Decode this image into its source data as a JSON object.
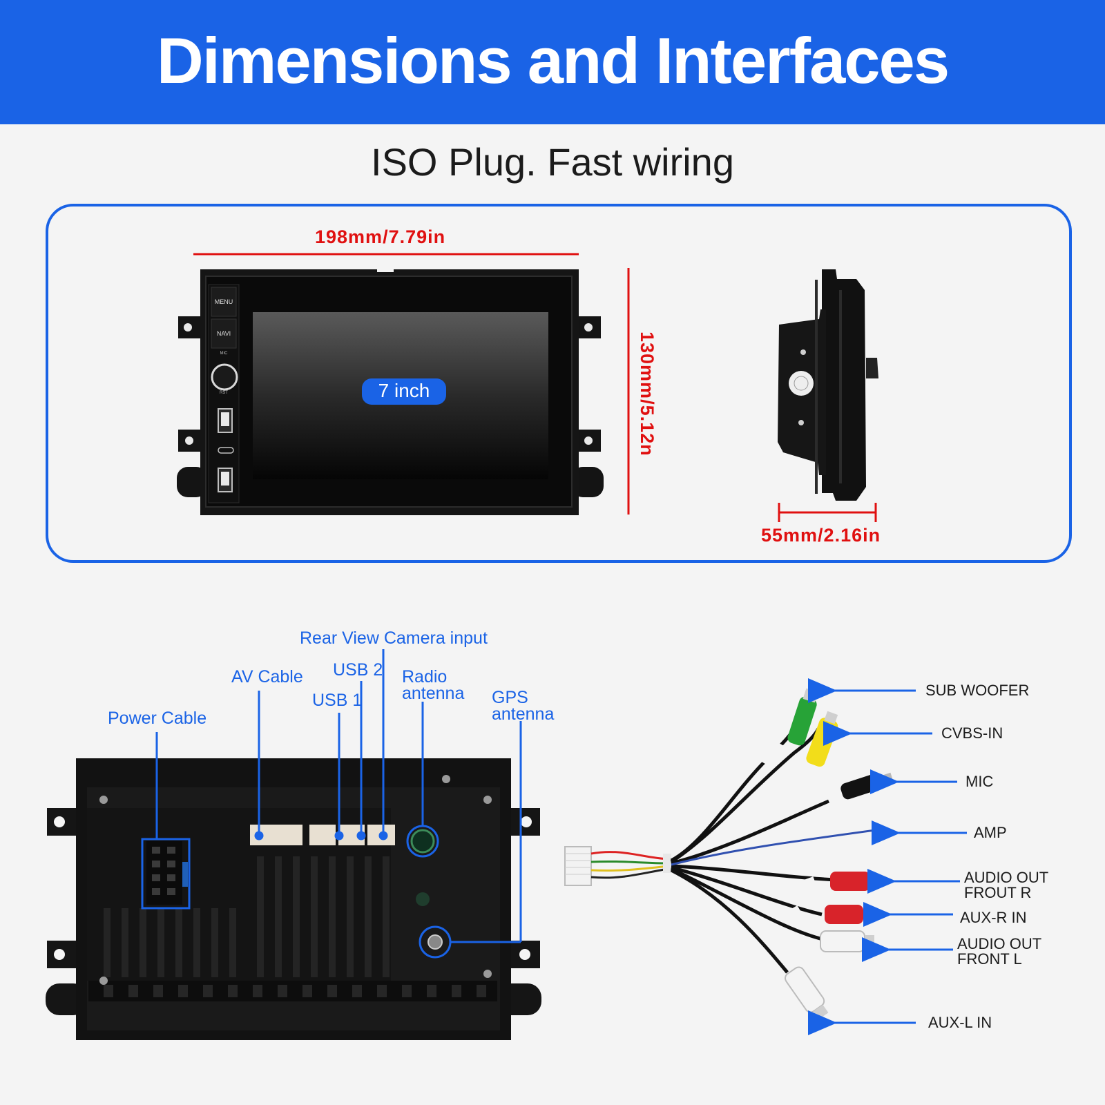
{
  "header": {
    "title": "Dimensions and Interfaces"
  },
  "subtitle": "ISO Plug. Fast wiring",
  "dimensions": {
    "width": "198mm/7.79in",
    "height": "130mm/5.12n",
    "depth": "55mm/2.16in",
    "screen_size": "7 inch"
  },
  "front_panel": {
    "menu": "MENU",
    "navi": "NAVI",
    "mic": "MIC",
    "rst": "RST"
  },
  "rear_labels": {
    "power_cable": "Power Cable",
    "av_cable": "AV Cable",
    "usb1": "USB 1",
    "usb2": "USB 2",
    "rear_camera": "Rear View Camera input",
    "radio_antenna": [
      "Radio",
      "antenna"
    ],
    "gps_antenna": [
      "GPS",
      "antenna"
    ]
  },
  "harness_labels": {
    "sub_woofer": "SUB WOOFER",
    "cvbs_in": "CVBS-IN",
    "mic": "MIC",
    "amp": "AMP",
    "audio_out_front_r": [
      "AUDIO OUT",
      "FROUT R"
    ],
    "aux_r_in": "AUX-R IN",
    "audio_out_front_l": [
      "AUDIO OUT",
      "FRONT L"
    ],
    "aux_l_in": "AUX-L IN"
  },
  "colors": {
    "brand_blue": "#1a63e6",
    "dimension_red": "#e01010"
  }
}
